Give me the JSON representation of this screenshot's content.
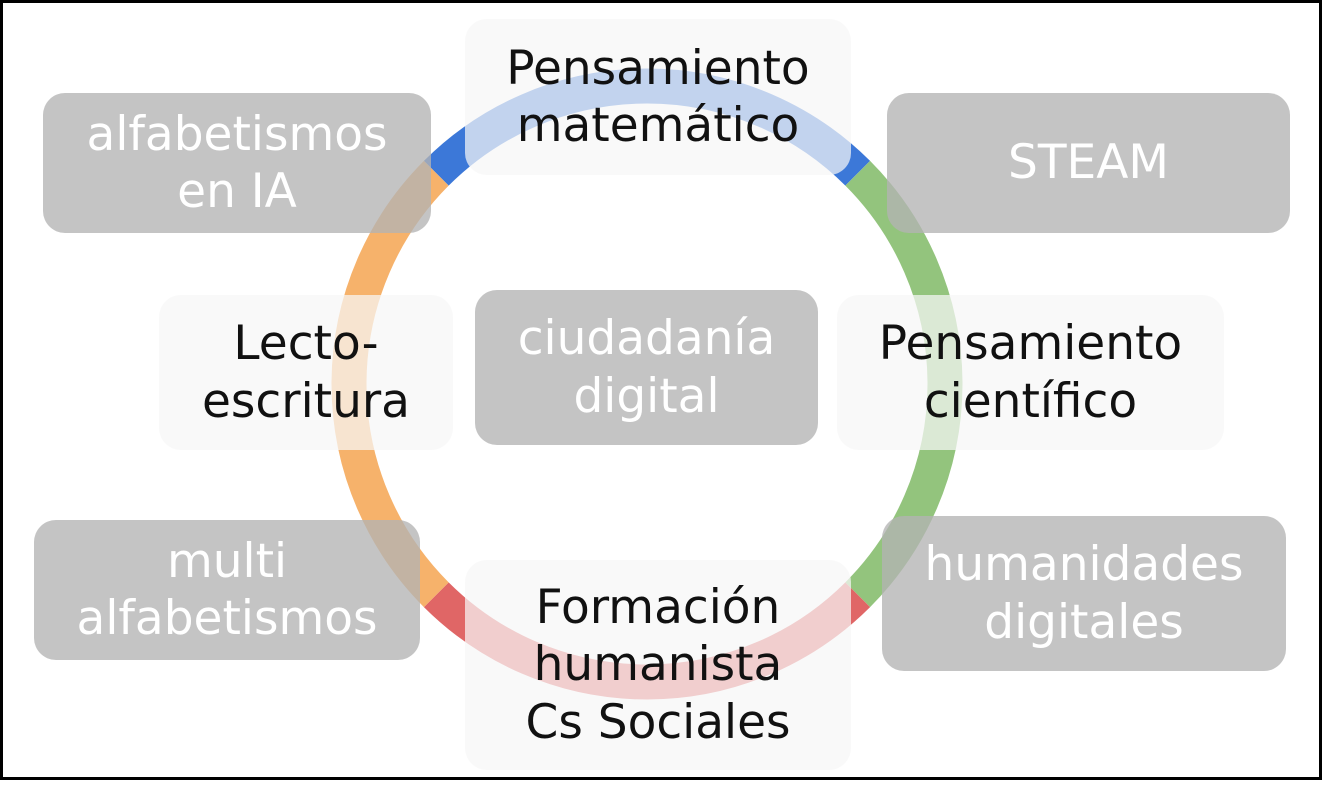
{
  "ring": {
    "segments": [
      {
        "name": "blue",
        "color": "#3c78d8",
        "start": -45,
        "end": 45
      },
      {
        "name": "green",
        "color": "#93c47d",
        "start": 45,
        "end": 135
      },
      {
        "name": "red",
        "color": "#e06666",
        "start": 135,
        "end": 225
      },
      {
        "name": "orange",
        "color": "#f6b26b",
        "start": 225,
        "end": 315
      }
    ]
  },
  "nodes": {
    "pensamiento_matematico": "Pensamiento\nmatemático",
    "alfabetismos_ia": "alfabetismos\nen IA",
    "steam": "STEAM",
    "lectoescritura": "Lecto-\nescritura",
    "ciudadania_digital": "ciudadanía\ndigital",
    "pensamiento_cientifico": "Pensamiento\ncientífico",
    "multi_alfabetismos": "multi\nalfabetismos",
    "formacion_humanista": "Formación\nhumanista\nCs Sociales",
    "humanidades_digitales": "humanidades\ndigitales"
  }
}
